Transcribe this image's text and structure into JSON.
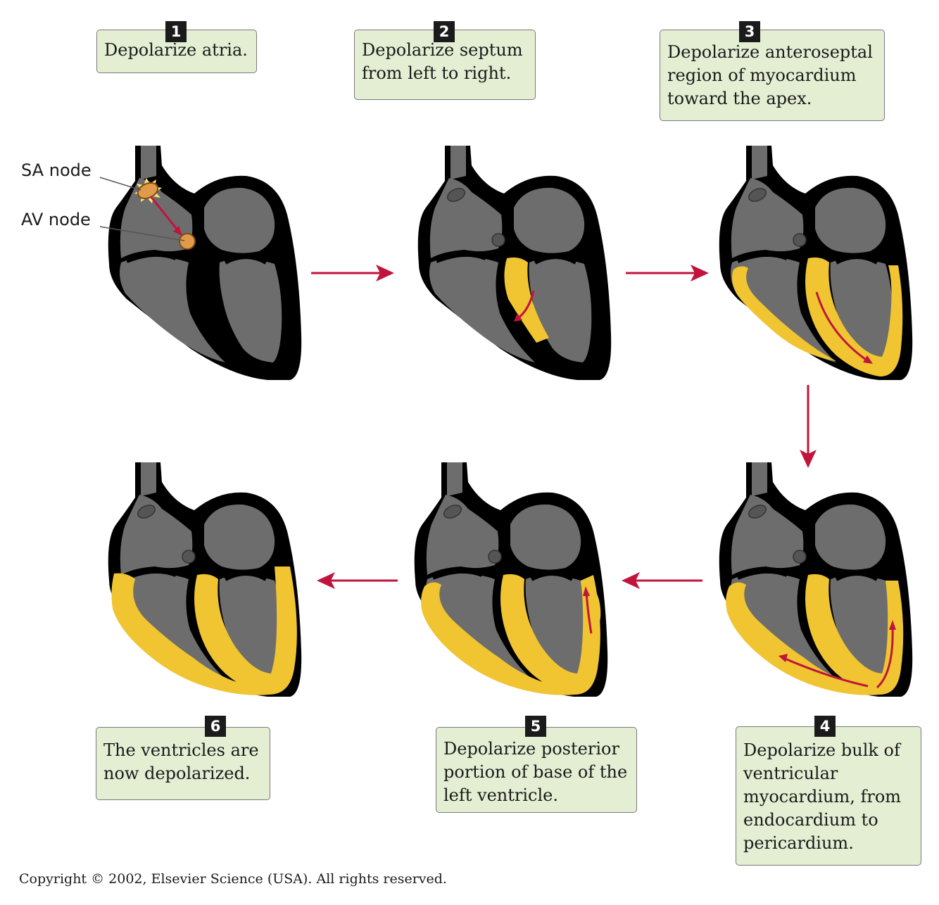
{
  "steps": [
    {
      "number": "1",
      "text": "Depolarize atria."
    },
    {
      "number": "2",
      "text": "Depolarize septum\nfrom left to right."
    },
    {
      "number": "3",
      "text": "Depolarize anteroseptal\nregion of myocardium\ntoward the apex."
    },
    {
      "number": "4",
      "text": "Depolarize bulk of\nventricular\nmyocardium, from\nendocardium to\npericardium."
    },
    {
      "number": "5",
      "text": "Depolarize posterior\nportion of base of the\nleft ventricle."
    },
    {
      "number": "6",
      "text": "The ventricles are\nnow depolarized."
    }
  ],
  "labels": {
    "sa_node": "SA node",
    "av_node": "AV node"
  },
  "copyright": "Copyright © 2002, Elsevier Science (USA).  All rights reserved.",
  "colors": {
    "heart_wall": "#000000",
    "chamber": "#6d6d6d",
    "depolarized": "#f0c531",
    "arrow": "#c0143c",
    "label_box": "#e3eed3",
    "node": "#e09a4a"
  }
}
